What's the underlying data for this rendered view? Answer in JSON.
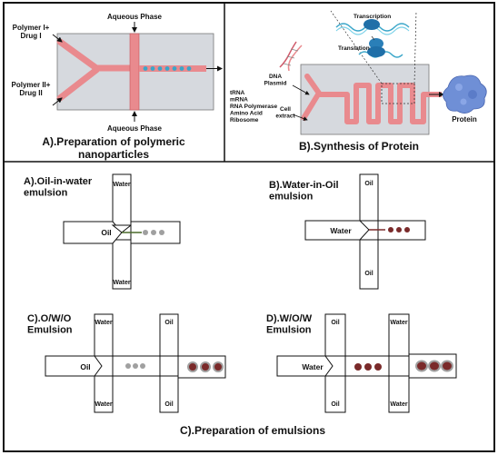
{
  "panel_a": {
    "inlet_top": "Polymer I+\nDrug I",
    "inlet_bottom": "Polymer II+\nDrug II",
    "aqueous_top": "Aqueous Phase",
    "aqueous_bottom": "Aqueous Phase",
    "caption": "A).Preparation of polymeric\nnanoparticles"
  },
  "panel_b": {
    "dna_label": "DNA\nPlasmid",
    "components": "tRNA\nmRNA\nRNA Polymerase\nAmino Acid\nRibosome",
    "cell_extract": "Cell\nextract",
    "transcription": "Transcription",
    "translation": "Translation",
    "protein": "Protein",
    "caption": "B).Synthesis of Protein"
  },
  "emulsions": {
    "oil_in_water": {
      "title": "A).Oil-in-water\nemulsion",
      "water_top": "Water",
      "water_bottom": "Water",
      "oil": "Oil"
    },
    "water_in_oil": {
      "title": "B).Water-in-Oil\nemulsion",
      "oil_top": "Oil",
      "oil_bottom": "Oil",
      "water": "Water"
    },
    "owo": {
      "title": "C).O/W/O\nEmulsion",
      "water_top": "Water",
      "water_bottom": "Water",
      "oil_left": "Oil",
      "oil_top": "Oil",
      "oil_bottom": "Oil"
    },
    "wow": {
      "title": "D).W/O/W\nEmulsion",
      "oil_top": "Oil",
      "oil_bottom": "Oil",
      "water_left": "Water",
      "water_top": "Water",
      "water_bottom": "Water"
    },
    "caption": "C).Preparation of emulsions"
  },
  "colors": {
    "chip": "#d6d9de",
    "channel": "#e98a8e",
    "channel_dark": "#c9545b",
    "nanoparticle": "#3aa6c9",
    "droplet_grey": "#a0a0a0",
    "droplet_red": "#7a2a2a",
    "protein": "#6f8fd6"
  }
}
